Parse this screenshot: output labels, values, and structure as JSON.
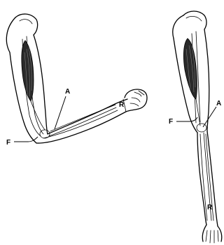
{
  "figure": {
    "left_arm": {
      "labels": {
        "a": "A",
        "f": "F",
        "r": "R"
      }
    },
    "right_arm": {
      "labels": {
        "a": "A",
        "f": "F",
        "r": "R"
      }
    }
  }
}
